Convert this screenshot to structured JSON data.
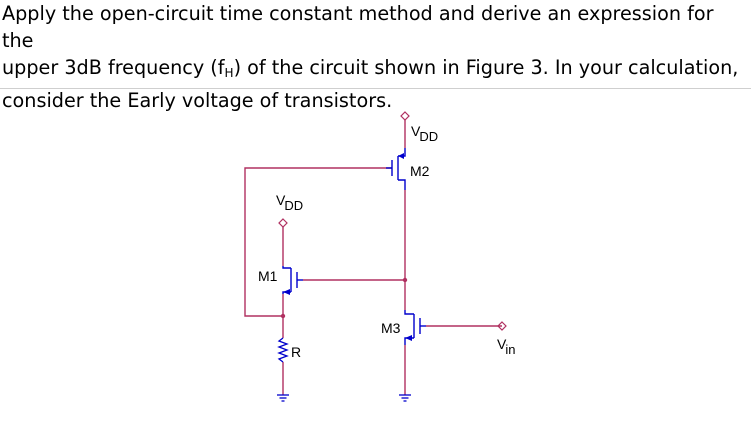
{
  "question": {
    "line1": "Apply the open-circuit time constant method and derive an expression for the",
    "line2_pre": "upper 3dB frequency (f",
    "line2_sub": "H",
    "line2_post": ") of the circuit shown in Figure 3. In your calculation,",
    "line3": "consider the Early voltage of transistors."
  },
  "schematic": {
    "wire_color": "#b03060",
    "device_color": "#0000cc",
    "label_vdd_top": "DD",
    "label_vdd_top_prefix": "V",
    "label_vdd_left": "DD",
    "label_vdd_left_prefix": "V",
    "label_m1": "M1",
    "label_m2": "M2",
    "label_m3": "M3",
    "label_r": "R",
    "label_vin_prefix": "V",
    "label_vin": "in"
  }
}
